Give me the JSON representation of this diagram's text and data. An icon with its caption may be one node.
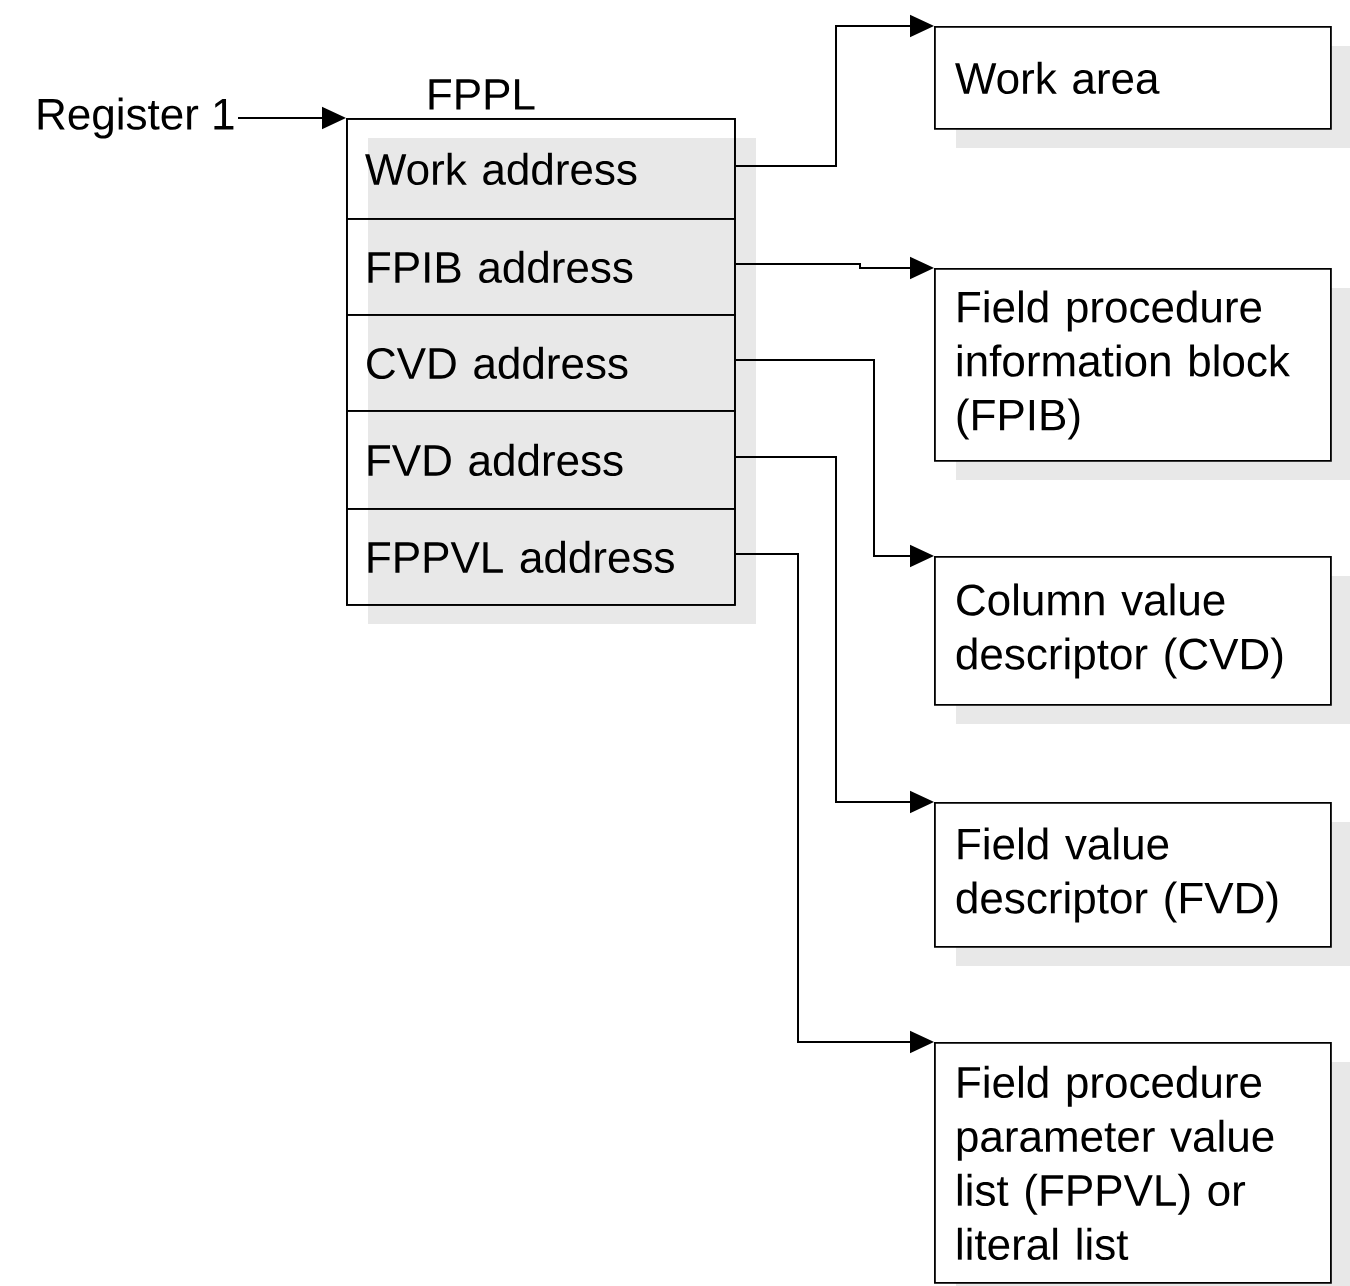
{
  "diagram": {
    "nodes": [
      {
        "text": [
          "Register 1"
        ]
      },
      {
        "text": [
          "FPPL"
        ]
      },
      {
        "text": [
          "Work address"
        ],
        "in": 1
      },
      {
        "text": [
          "FPIB address"
        ],
        "in": 1
      },
      {
        "text": [
          "CVD address"
        ],
        "in": 1
      },
      {
        "text": [
          "FVD address"
        ],
        "in": 1
      },
      {
        "text": [
          "FPPVL address"
        ],
        "in": 1
      },
      {
        "text": [
          "Work area"
        ]
      },
      {
        "text": [
          "Field procedure information block (FPIB)"
        ]
      },
      {
        "text": [
          "Column value descriptor (CVD)"
        ]
      },
      {
        "text": [
          "Field value descriptor (FVD)"
        ]
      },
      {
        "text": [
          "Field procedure parameter value list (FPPVL) or literal list"
        ]
      }
    ],
    "edges": [
      {
        "from": 0,
        "to": 1,
        "arrow": "to"
      },
      {
        "from": 2,
        "to": 7,
        "arrow": "to"
      },
      {
        "from": 3,
        "to": 8,
        "arrow": "to"
      },
      {
        "from": 4,
        "to": 9,
        "arrow": "to"
      },
      {
        "from": 5,
        "to": 10,
        "arrow": "to"
      },
      {
        "from": 6,
        "to": 11,
        "arrow": "to"
      }
    ]
  }
}
